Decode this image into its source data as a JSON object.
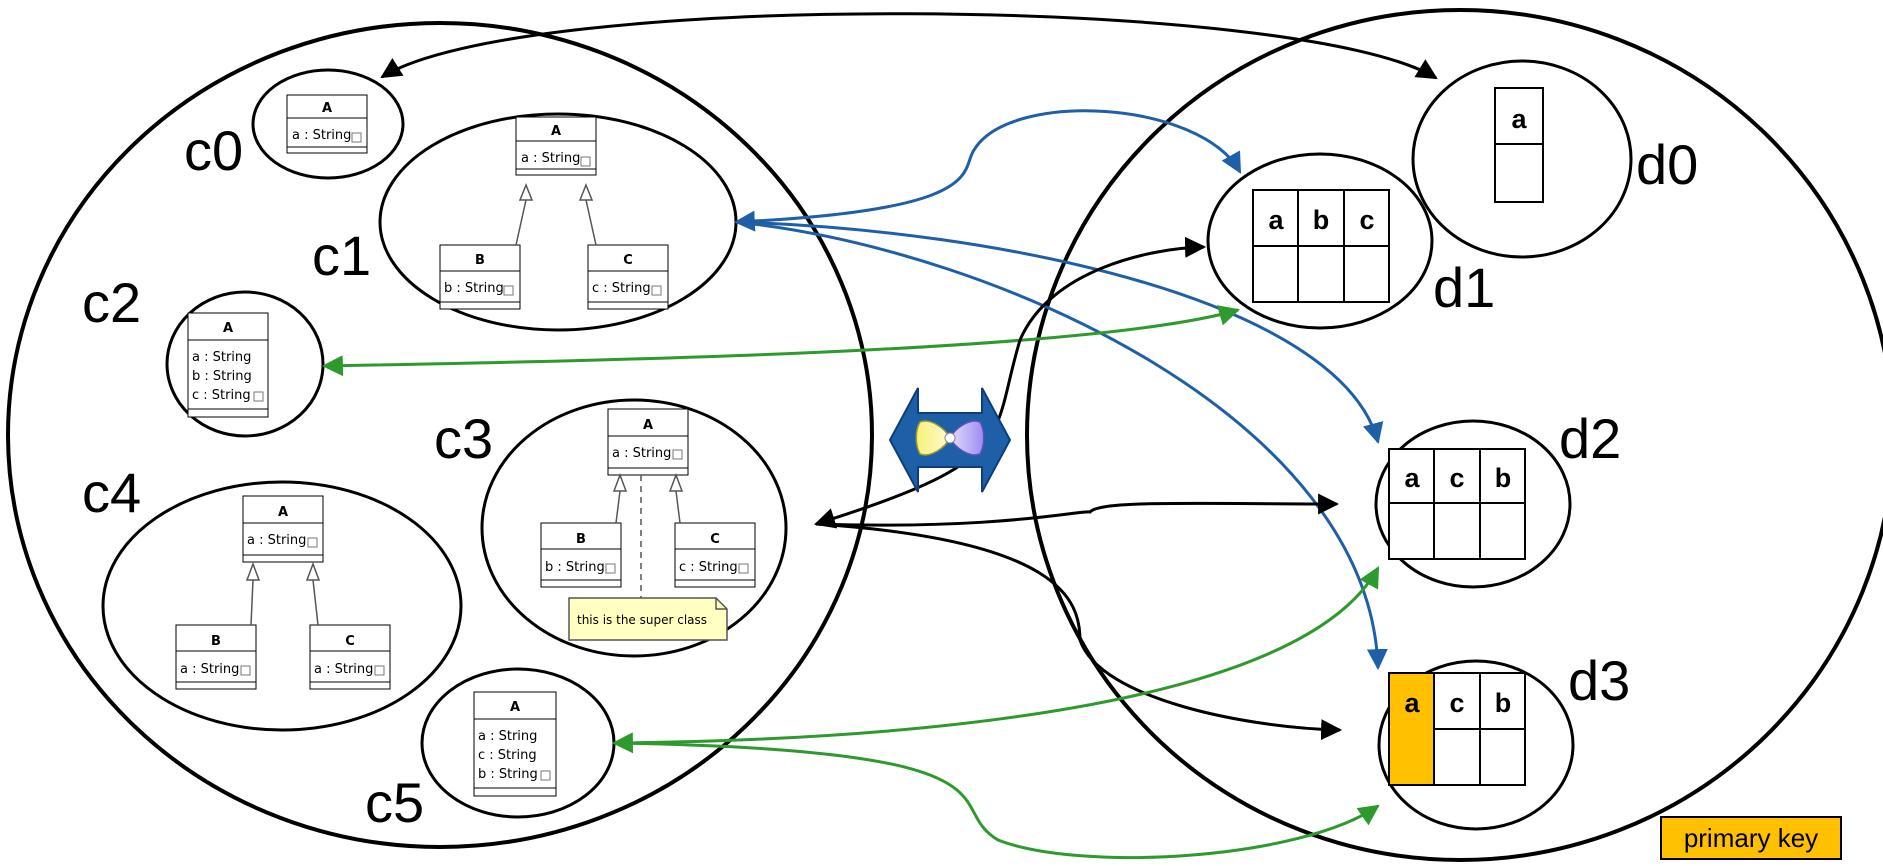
{
  "models": {
    "c0": {
      "label": "c0",
      "classes": [
        {
          "name": "A",
          "attrs": [
            "a : String"
          ]
        }
      ]
    },
    "c1": {
      "label": "c1",
      "classes": [
        {
          "name": "A",
          "attrs": [
            "a : String"
          ]
        },
        {
          "name": "B",
          "attrs": [
            "b : String"
          ]
        },
        {
          "name": "C",
          "attrs": [
            "c : String"
          ]
        }
      ]
    },
    "c2": {
      "label": "c2",
      "classes": [
        {
          "name": "A",
          "attrs": [
            "a : String",
            "b : String",
            "c : String"
          ]
        }
      ]
    },
    "c3": {
      "label": "c3",
      "classes": [
        {
          "name": "A",
          "attrs": [
            "a : String"
          ]
        },
        {
          "name": "B",
          "attrs": [
            "b : String"
          ]
        },
        {
          "name": "C",
          "attrs": [
            "c : String"
          ]
        }
      ],
      "note": "this is the super class"
    },
    "c4": {
      "label": "c4",
      "classes": [
        {
          "name": "A",
          "attrs": [
            "a : String"
          ]
        },
        {
          "name": "B",
          "attrs": [
            "a : String"
          ]
        },
        {
          "name": "C",
          "attrs": [
            "a : String"
          ]
        }
      ]
    },
    "c5": {
      "label": "c5",
      "classes": [
        {
          "name": "A",
          "attrs": [
            "a : String",
            "c : String",
            "b : String"
          ]
        }
      ]
    }
  },
  "tables": {
    "d0": {
      "label": "d0",
      "columns": [
        "a"
      ]
    },
    "d1": {
      "label": "d1",
      "columns": [
        "a",
        "b",
        "c"
      ]
    },
    "d2": {
      "label": "d2",
      "columns": [
        "a",
        "c",
        "b"
      ]
    },
    "d3": {
      "label": "d3",
      "columns": [
        "a",
        "c",
        "b"
      ],
      "primary_key": "a"
    }
  },
  "legend": {
    "primary_key_label": "primary key",
    "color": "#ffc000"
  },
  "colors": {
    "blue": "#1f5fa8",
    "green": "#2e9a2e",
    "black": "#000000",
    "pk": "#ffc000"
  },
  "icons": {
    "transformation": "bidirectional-transformation-icon"
  }
}
